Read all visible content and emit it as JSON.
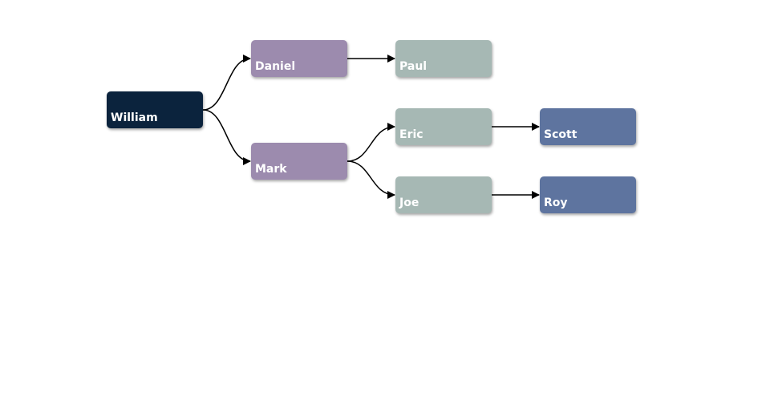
{
  "colors": {
    "level_0": "#0b233d",
    "level_1": "#9c8bae",
    "level_2": "#a6b8b4",
    "level_3": "#5e749f",
    "edge": "#000000"
  },
  "nodes": {
    "william": {
      "label": "William",
      "level": 0
    },
    "daniel": {
      "label": "Daniel",
      "level": 1
    },
    "mark": {
      "label": "Mark",
      "level": 1
    },
    "paul": {
      "label": "Paul",
      "level": 2
    },
    "eric": {
      "label": "Eric",
      "level": 2
    },
    "joe": {
      "label": "Joe",
      "level": 2
    },
    "scott": {
      "label": "Scott",
      "level": 3
    },
    "roy": {
      "label": "Roy",
      "level": 3
    }
  },
  "edges": [
    {
      "from": "william",
      "to": "daniel"
    },
    {
      "from": "william",
      "to": "mark"
    },
    {
      "from": "daniel",
      "to": "paul"
    },
    {
      "from": "mark",
      "to": "eric"
    },
    {
      "from": "mark",
      "to": "joe"
    },
    {
      "from": "eric",
      "to": "scott"
    },
    {
      "from": "joe",
      "to": "roy"
    }
  ]
}
